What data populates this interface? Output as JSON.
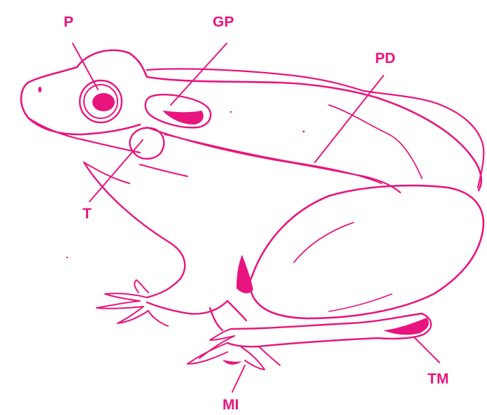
{
  "diagram": {
    "ink_color": "#e8157e",
    "labels": {
      "p": "P",
      "gp": "GP",
      "pd": "PD",
      "t": "T",
      "tm": "TM",
      "mi": "MI"
    }
  }
}
